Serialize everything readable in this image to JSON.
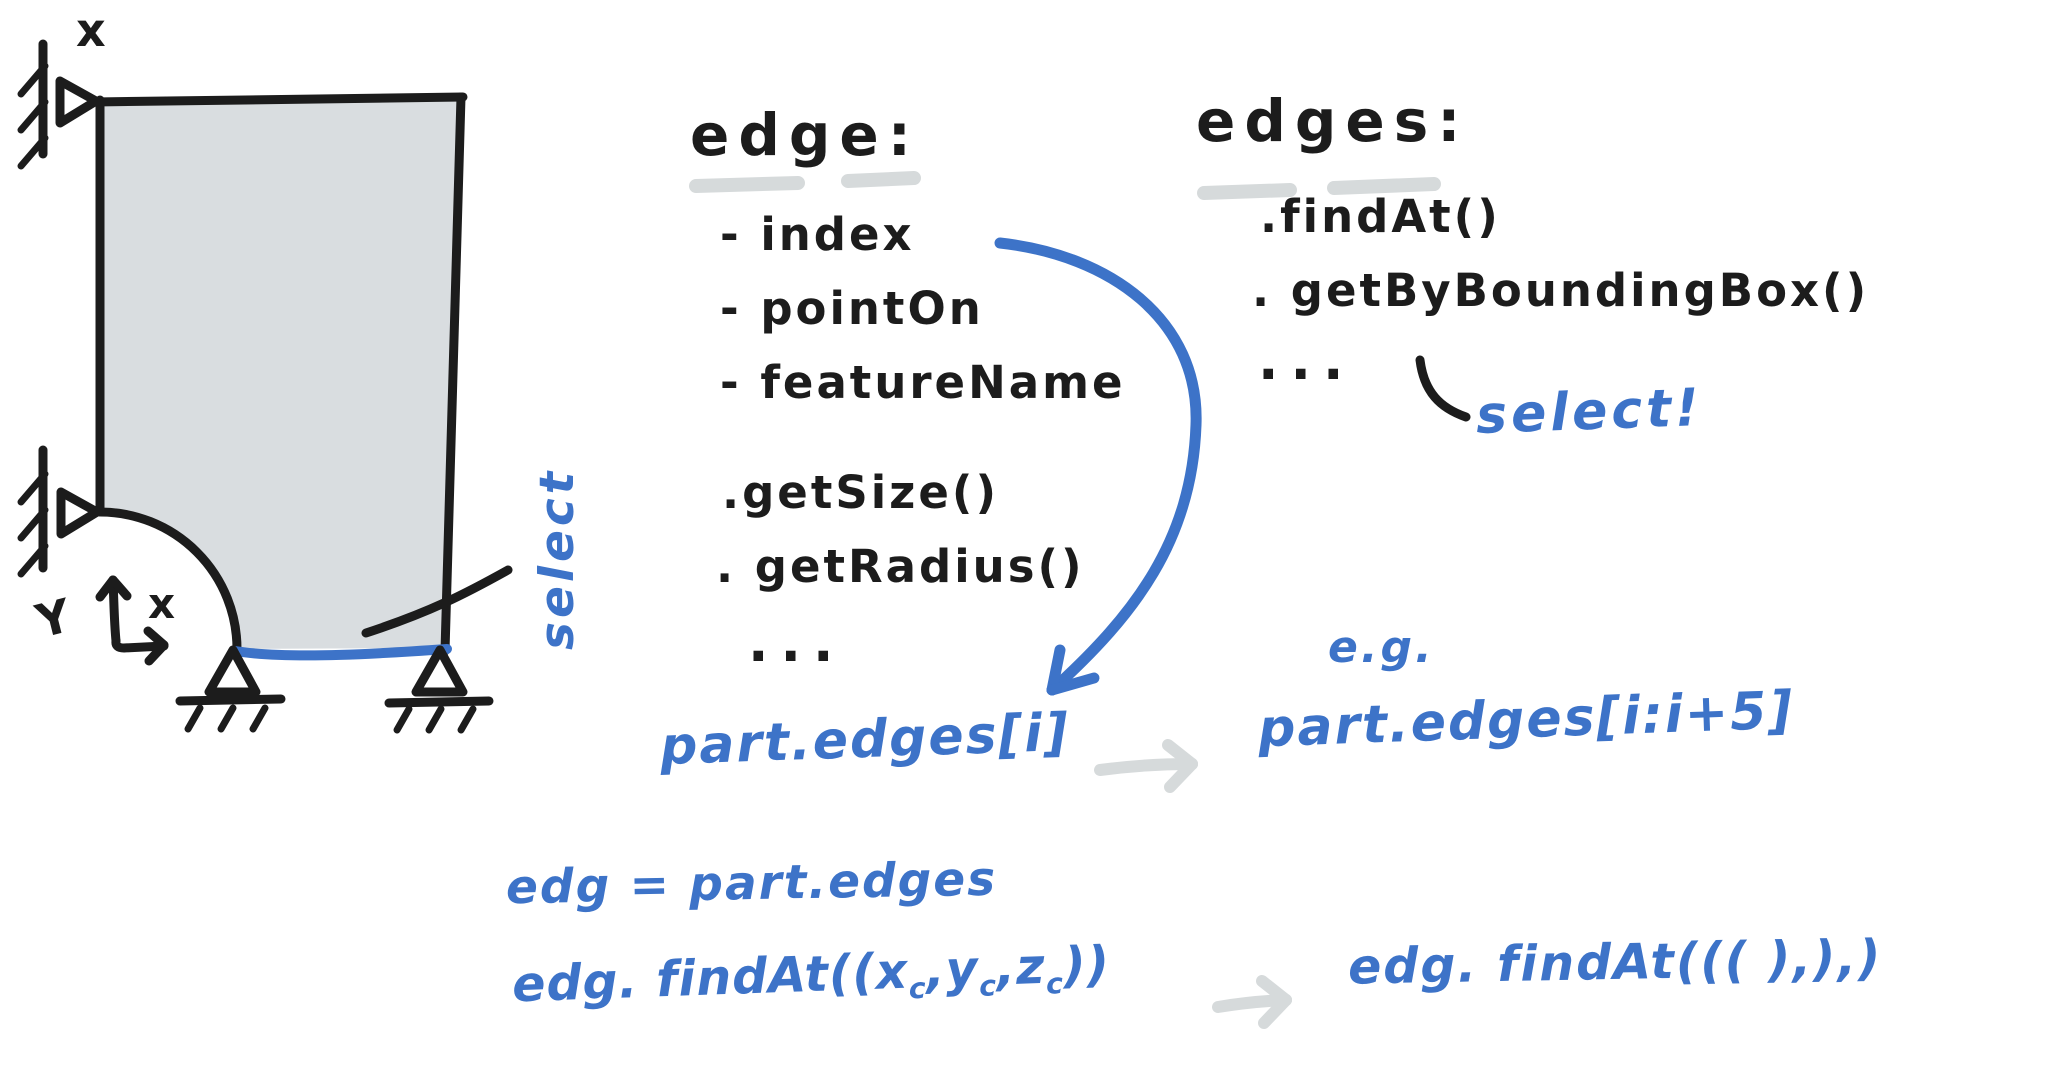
{
  "figure": {
    "plate": {
      "corner_mark": "x",
      "axis_y_label": "Y",
      "axis_x_label": "x",
      "fill_color": "#d9dde0",
      "selected_edge_color": "#3d73c8"
    },
    "select_label": "select"
  },
  "edge_panel": {
    "heading": "edge:",
    "attributes": [
      "- index",
      "- pointOn",
      "- featureName"
    ],
    "methods": [
      ".getSize()",
      ". getRadius()"
    ],
    "ellipsis": "..."
  },
  "edges_panel": {
    "heading": "edges:",
    "methods": [
      ".findAt()",
      ". getByBoundingBox()"
    ],
    "ellipsis": "...",
    "select_label": "select!"
  },
  "examples": {
    "indexing": "part.edges[i]",
    "eg_label": "e.g.",
    "slicing": "part.edges[i:i+5]",
    "assignment": "edg = part.edges",
    "findat_tokens": [
      {
        "t": "edg. findAt(("
      },
      {
        "t": "x"
      },
      {
        "t": "c",
        "sub": true
      },
      {
        "t": ","
      },
      {
        "t": "y"
      },
      {
        "t": "c",
        "sub": true
      },
      {
        "t": ","
      },
      {
        "t": "z"
      },
      {
        "t": "c",
        "sub": true
      },
      {
        "t": "))"
      }
    ],
    "findat_empty": "edg. findAt((( ),),)"
  },
  "colors": {
    "ink": "#1c1c1c",
    "blue": "#3d73c8",
    "light_gray": "#d6dadb",
    "plate_fill": "#d9dde0"
  }
}
